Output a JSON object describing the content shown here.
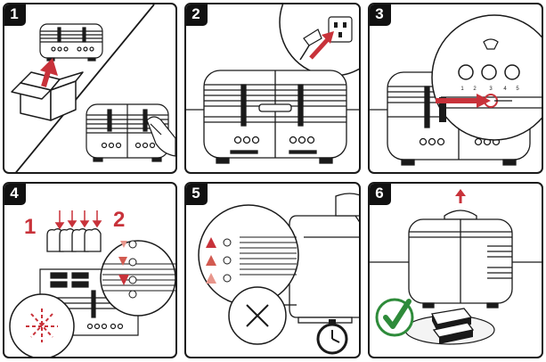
{
  "steps": [
    {
      "number": "1"
    },
    {
      "number": "2"
    },
    {
      "number": "3",
      "knob_labels": [
        "1",
        "2",
        "3",
        "4",
        "5"
      ]
    },
    {
      "number": "4",
      "labels": [
        "1",
        "2"
      ]
    },
    {
      "number": "5"
    },
    {
      "number": "6"
    }
  ],
  "colors": {
    "accent": "#c8323a",
    "check": "#2e8b3a",
    "outline": "#1a1a1a"
  },
  "icons": [
    "box-open-icon",
    "plug-socket-icon",
    "slider-icon",
    "bread-icon",
    "cross-icon",
    "timer-icon",
    "check-icon",
    "toast-plate-icon"
  ]
}
